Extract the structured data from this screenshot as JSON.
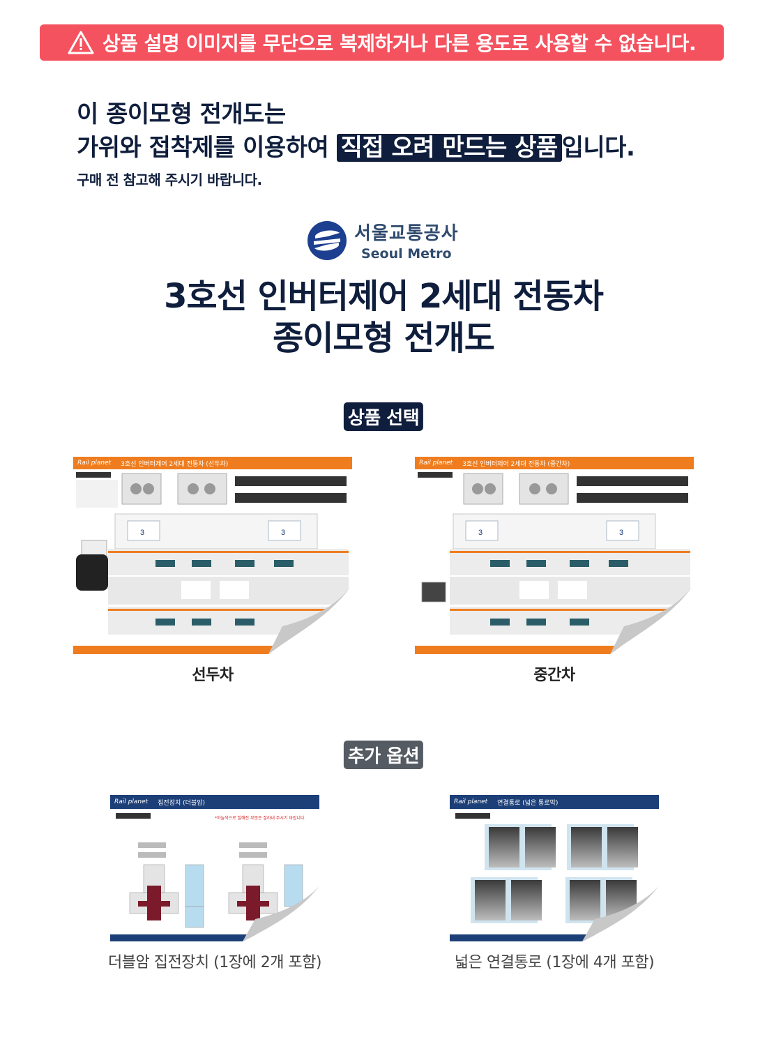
{
  "warning": {
    "text": "상품 설명 이미지를 무단으로 복제하거나 다른 용도로 사용할 수 없습니다.",
    "icon": "warning-triangle-icon"
  },
  "intro": {
    "line1": "이 종이모형 전개도는",
    "line2_pre": "가위와 접착제를 이용하여 ",
    "line2_highlight": "직접 오려 만드는 상품",
    "line2_post": "입니다.",
    "note": "구매 전 참고해 주시기 바랍니다."
  },
  "logo": {
    "name_ko": "서울교통공사",
    "name_en": "Seoul Metro"
  },
  "title": {
    "line1": "3호선 인버터제어 2세대 전동차",
    "line2": "종이모형 전개도"
  },
  "sections": {
    "products_label": "상품 선택",
    "options_label": "추가 옵션"
  },
  "products": [
    {
      "caption": "선두차",
      "sheet_header": "3호선 인버터제어 2세대 전동차 (선두차)",
      "brand": "Rail planet"
    },
    {
      "caption": "중간차",
      "sheet_header": "3호선 인버터제어 2세대 전동차 (중간차)",
      "brand": "Rail planet"
    }
  ],
  "options": [
    {
      "caption": "더블암 집전장치 (1장에 2개 포함)",
      "sheet_header": "집전장치 (더블암)",
      "sheet_note": "*하늘색으로 칠해진 부분은 잘라내 주시기 바랍니다.",
      "brand": "Rail planet"
    },
    {
      "caption": "넓은 연결통로 (1장에 4개 포함)",
      "sheet_header": "연결통로 (넓은 통로막)",
      "brand": "Rail planet"
    }
  ],
  "colors": {
    "navy": "#0f1e3c",
    "warning": "#f4525f",
    "orange": "#ef7d1f",
    "blue_bar": "#1c3f78"
  }
}
